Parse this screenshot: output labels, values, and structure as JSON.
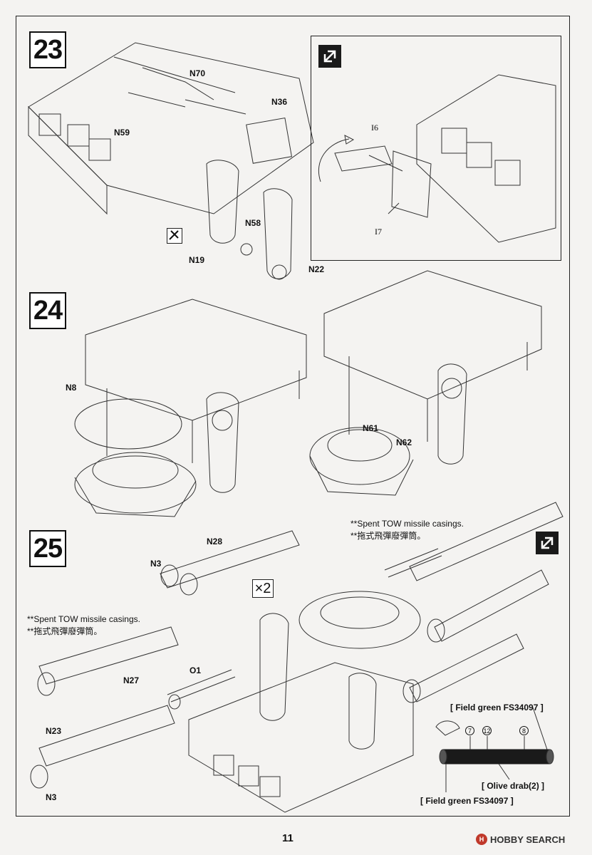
{
  "steps": {
    "s23": "23",
    "s24": "24",
    "s25": "25"
  },
  "parts": {
    "n70": "N70",
    "n36": "N36",
    "n59": "N59",
    "n58": "N58",
    "n19": "N19",
    "n22": "N22",
    "i6": "I6",
    "i7": "I7",
    "n8": "N8",
    "n61": "N61",
    "n62": "N62",
    "n28": "N28",
    "n3a": "N3",
    "n27": "N27",
    "o1": "O1",
    "n23": "N23",
    "n3b": "N3"
  },
  "notes": {
    "spent_en_1": "**Spent TOW missile casings.",
    "spent_zh_1": "**拖式飛彈廢彈筒。",
    "spent_en_2": "**Spent TOW missile casings.",
    "spent_zh_2": "**拖式飛彈廢彈筒。"
  },
  "multiplier": "×2",
  "paint": {
    "field_green_top": "[ Field green FS34097 ]",
    "olive_drab": "[ Olive drab(2) ]",
    "field_green_bottom": "[ Field green FS34097 ]",
    "num_7": "7",
    "num_12": "12",
    "num_8": "8"
  },
  "page_number": "11",
  "watermark": {
    "logo": "H",
    "text": "HOBBY SEARCH"
  },
  "icons": {
    "flip": "flip-over-icon",
    "cement": "cement-tool-icon"
  },
  "colors": {
    "line": "#333333",
    "paper": "#f4f3f1",
    "watermark_logo": "#c0392b"
  }
}
